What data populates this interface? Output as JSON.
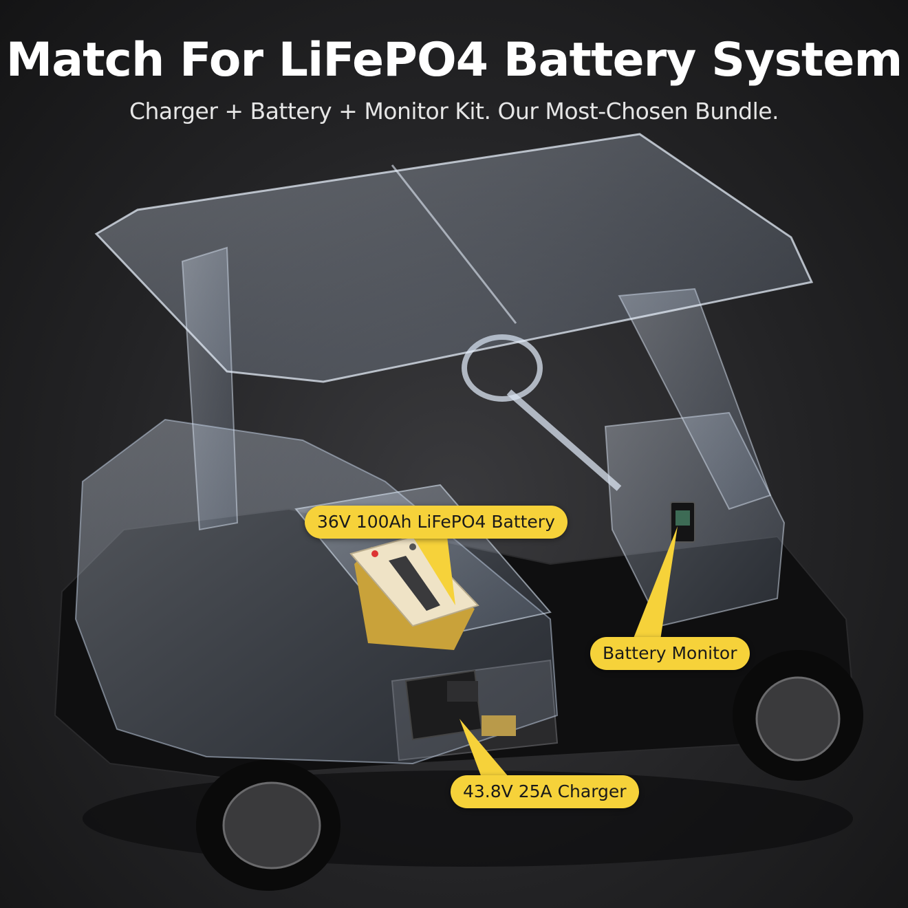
{
  "header": {
    "title": "Match For LiFePO4 Battery System",
    "subtitle": "Charger + Battery + Monitor Kit. Our Most-Chosen Bundle."
  },
  "callouts": {
    "battery": "36V 100Ah LiFePO4 Battery",
    "monitor": "Battery Monitor",
    "charger": "43.8V 25A Charger"
  },
  "colors": {
    "callout_bg": "#f6d23a",
    "background": "#1b1b1d",
    "battery_body": "#efe3c6"
  }
}
